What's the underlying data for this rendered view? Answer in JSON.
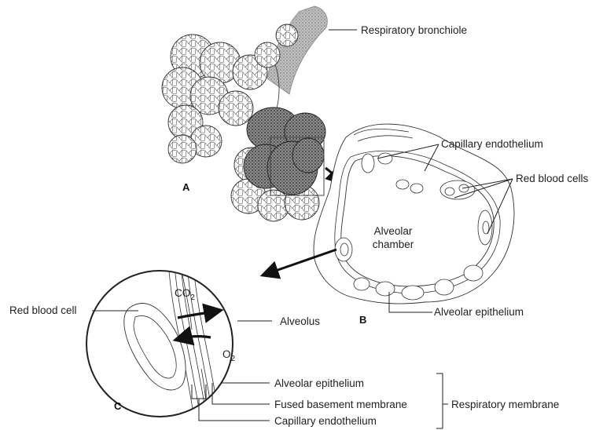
{
  "panels": {
    "a": "A",
    "b": "B",
    "c": "C"
  },
  "labels": {
    "respiratory_bronchiole": "Respiratory bronchiole",
    "capillary_endothelium_top": "Capillary endothelium",
    "red_blood_cells": "Red blood cells",
    "alveolar_chamber_line1": "Alveolar",
    "alveolar_chamber_line2": "chamber",
    "alveolar_epithelium_b": "Alveolar epithelium",
    "red_blood_cell": "Red blood cell",
    "alveolus": "Alveolus",
    "co2": "CO",
    "co2_sub": "2",
    "o2": "O",
    "o2_sub": "2",
    "alveolar_epithelium_c": "Alveolar epithelium",
    "fused_basement_membrane": "Fused basement membrane",
    "capillary_endothelium_bottom": "Capillary endothelium",
    "respiratory_membrane": "Respiratory membrane"
  }
}
